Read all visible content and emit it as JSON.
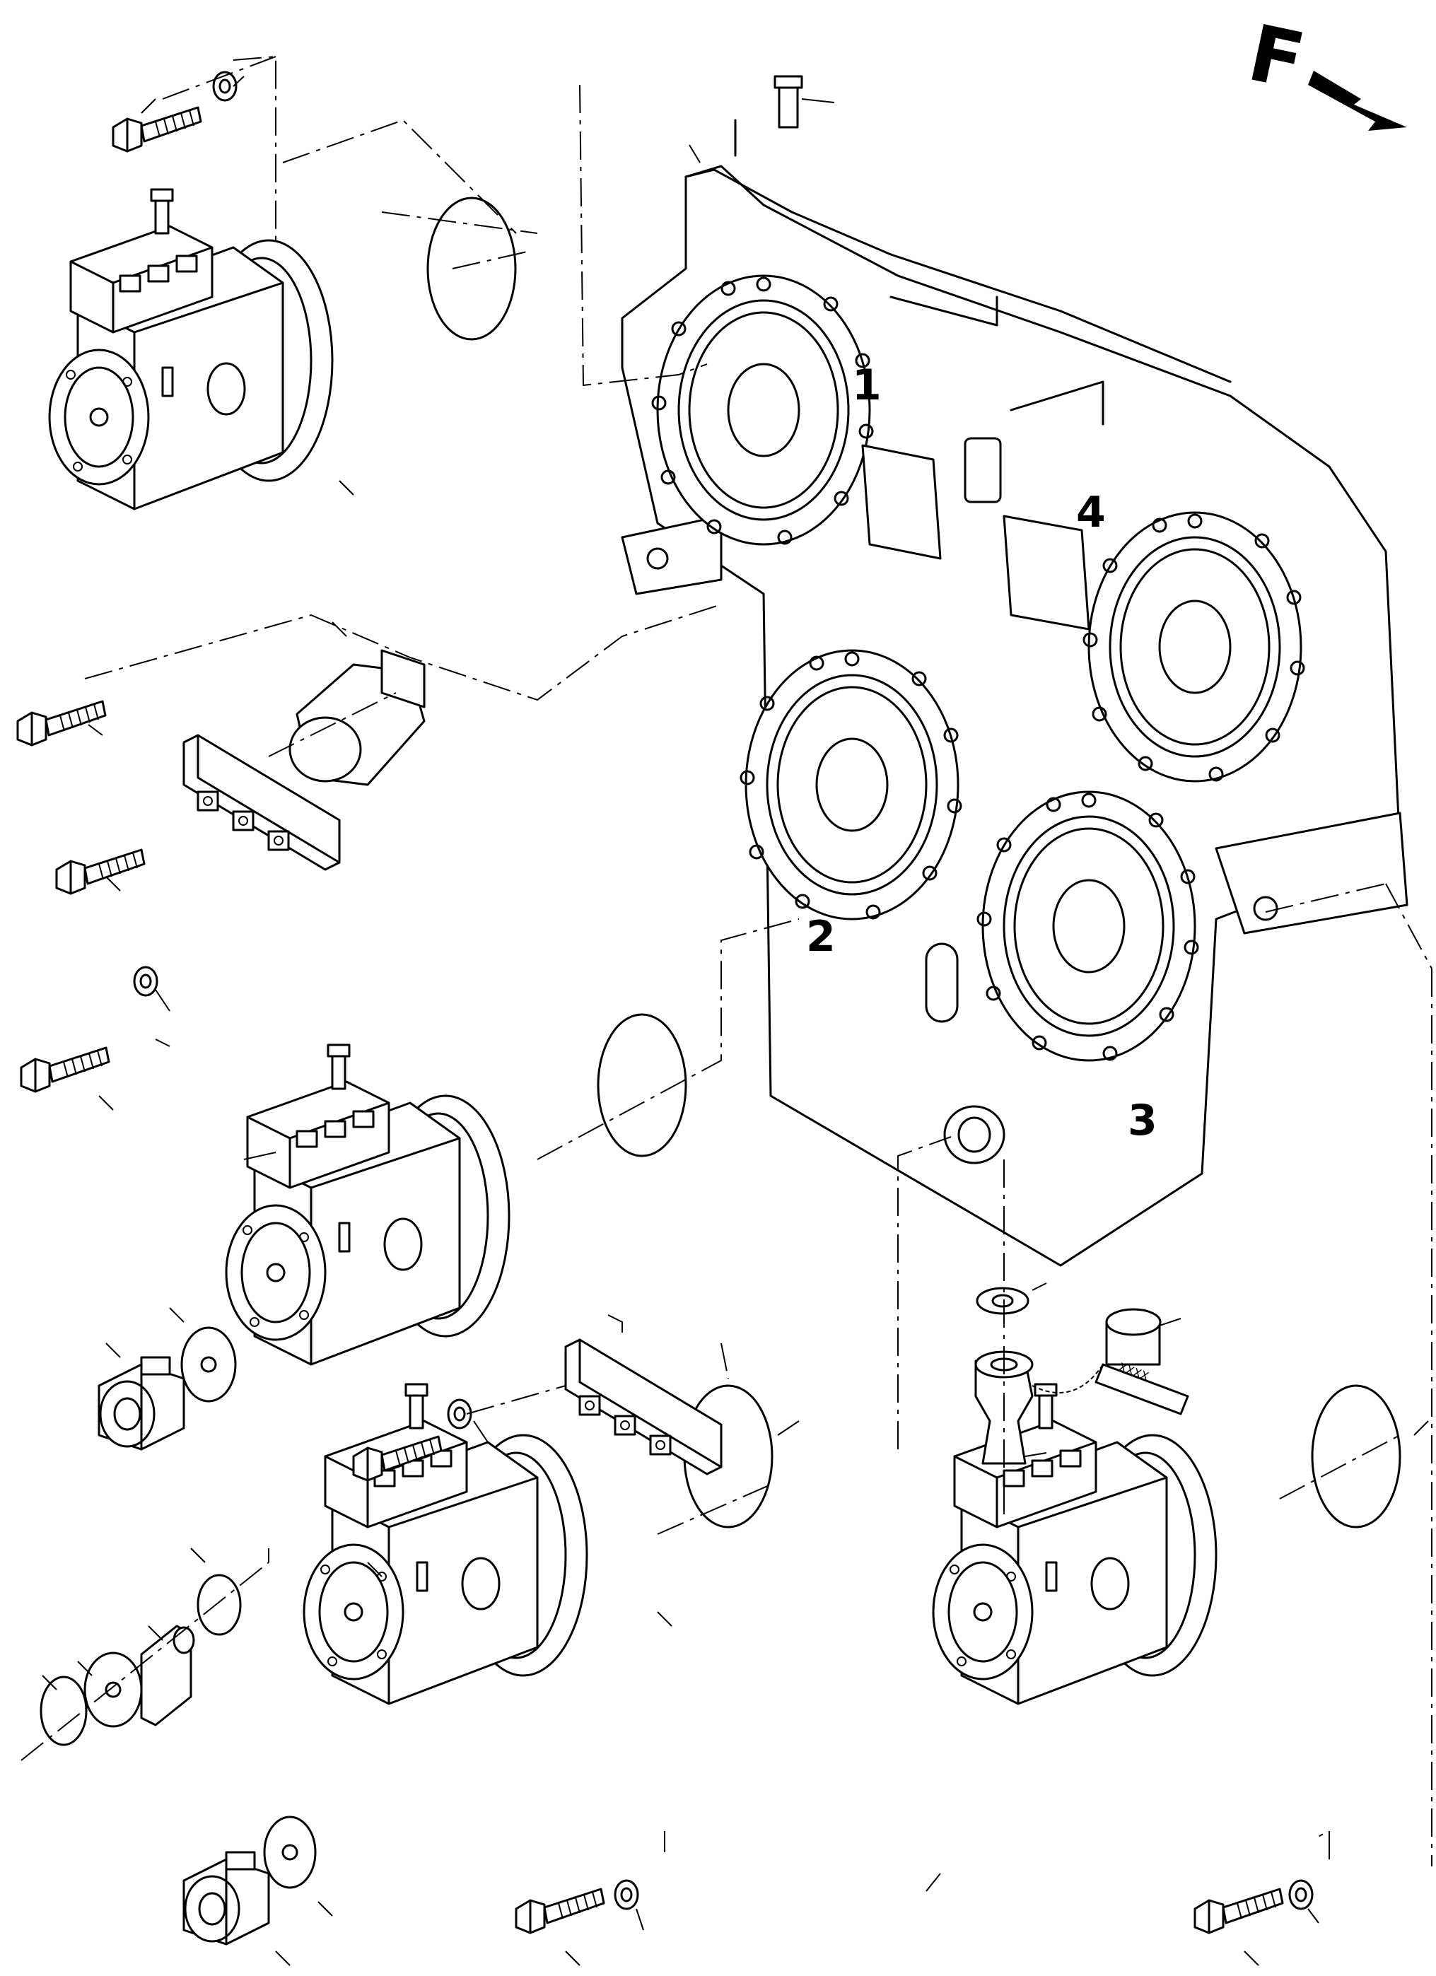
{
  "direction_indicator": {
    "letter": "F"
  },
  "position_labels": [
    "1",
    "2",
    "3",
    "4"
  ],
  "tag_text": "XXXX"
}
